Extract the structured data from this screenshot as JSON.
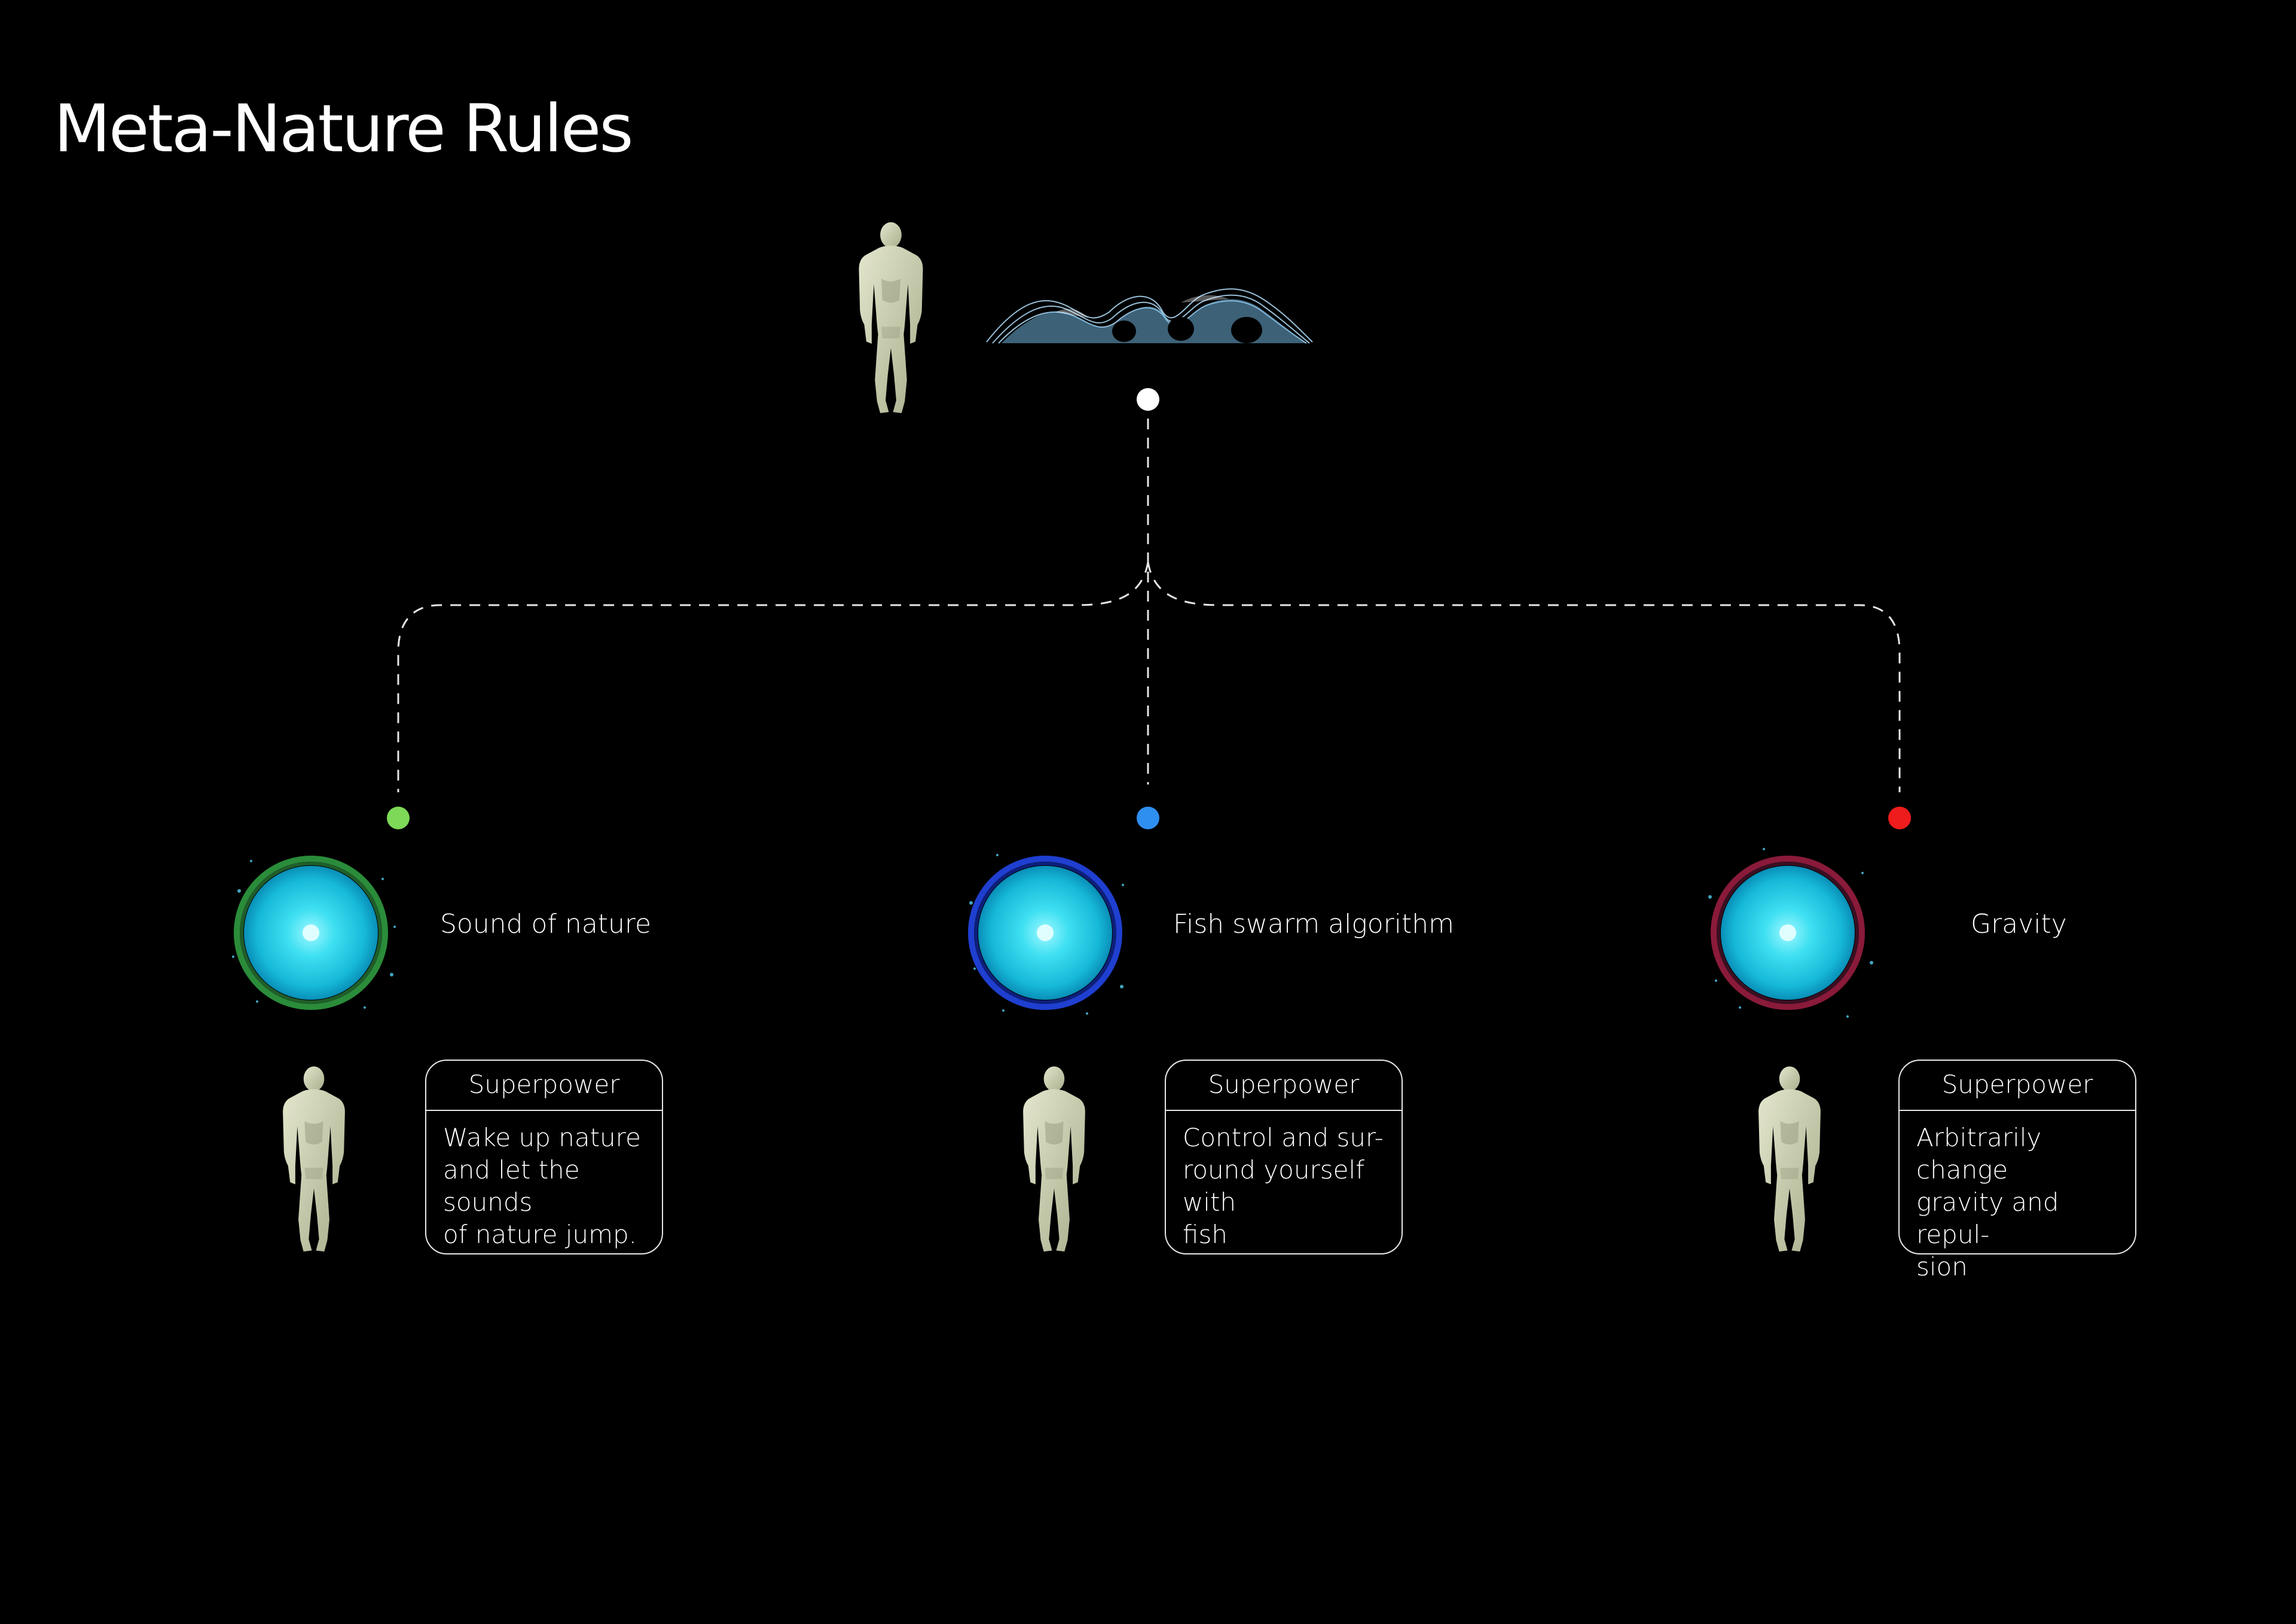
{
  "title": "Meta-Nature Rules",
  "colors": {
    "background": "#000000",
    "root_node": "#ffffff",
    "green_node": "#7ed957",
    "blue_node": "#2f8ff0",
    "red_node": "#ee1c1c",
    "orb_core": "#2ed3e8",
    "figure_skin": "#c9cdb0"
  },
  "root": {
    "figure_icon": "humanoid-figure-icon",
    "sculpture_icon": "wave-sculpture-icon"
  },
  "branches": [
    {
      "label": "Sound of nature",
      "node_color": "green",
      "card": {
        "header": "Superpower",
        "lines": [
          "Wake up nature",
          "and let the sounds",
          "of nature jump."
        ]
      }
    },
    {
      "label": "Fish swarm algorithm",
      "node_color": "blue",
      "card": {
        "header": "Superpower",
        "lines": [
          "Control and sur-",
          "round yourself with",
          "fish"
        ]
      }
    },
    {
      "label": "Gravity",
      "node_color": "red",
      "card": {
        "header": "Superpower",
        "lines": [
          "Arbitrarily change",
          "gravity and repul-",
          "sion"
        ]
      }
    }
  ]
}
